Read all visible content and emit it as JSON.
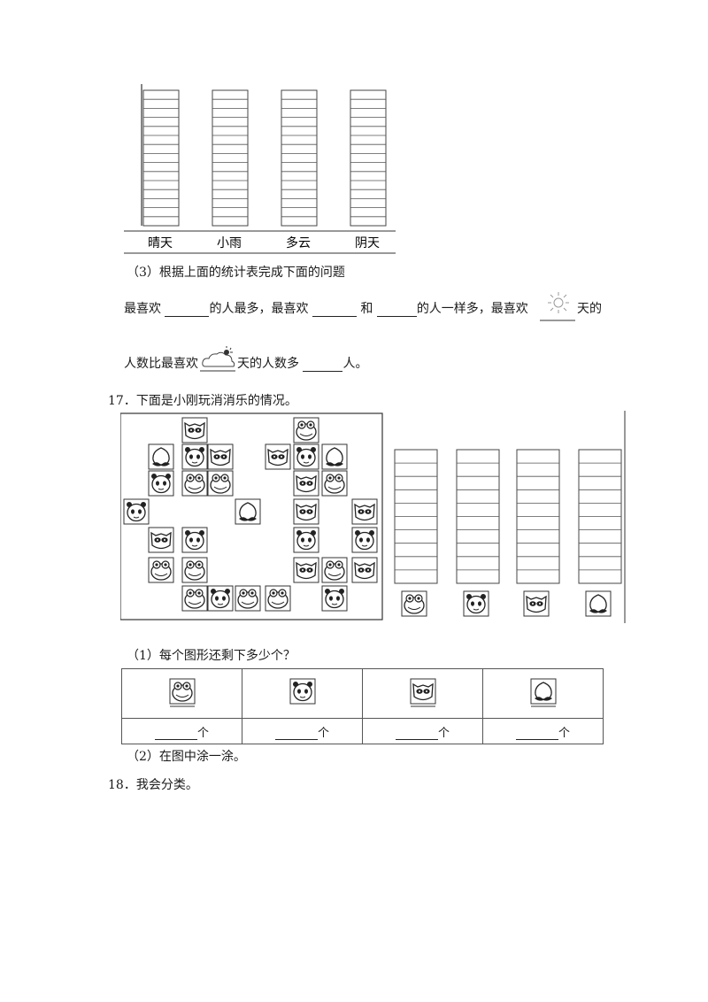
{
  "weather_chart": {
    "categories": [
      "晴天",
      "小雨",
      "多云",
      "阴天"
    ],
    "rows_per_column": 15
  },
  "question3": {
    "intro": "（3）根据上面的统计表完成下面的问题",
    "line1": {
      "p1": "最喜欢",
      "p2": "的人最多，最喜欢",
      "p3": "和",
      "p4": "的人一样多，最喜欢",
      "p5": "天的"
    },
    "line2": {
      "p1": "人数比最喜欢",
      "p2": "天的人数多",
      "p3": "人。"
    },
    "sun_icon": "sun-icon",
    "cloud_icon": "cloud-sun-icon"
  },
  "q17": {
    "title": "17．下面是小刚玩消消乐的情况。",
    "board_legend": [
      "frog-icon",
      "panda-icon",
      "owl-icon",
      "peach-icon"
    ],
    "tally_rows_per_column": 10,
    "sub1": "（1）每个图形还剩下多少个？",
    "unit": "个",
    "sub2": "（2）在图中涂一涂。"
  },
  "q18": {
    "title": "18．我会分类。"
  }
}
